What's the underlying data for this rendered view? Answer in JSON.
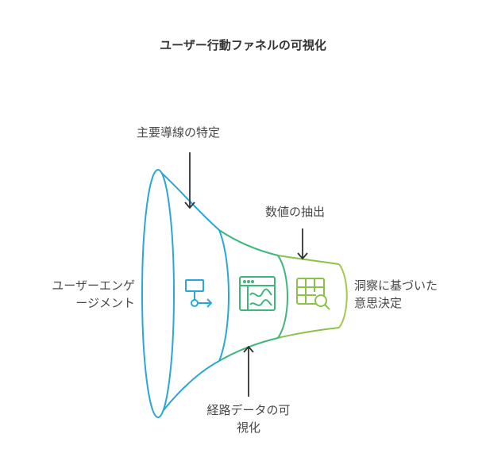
{
  "title": "ユーザー行動ファネルの可視化",
  "labels": {
    "top_arrow": "主要導線の特定",
    "mid_arrow": "数値の抽出",
    "left_line1": "ユーザーエンゲ",
    "left_line2": "ージメント",
    "right_line1": "洞察に基づいた",
    "right_line2": "意思決定",
    "bottom_line1": "経路データの可",
    "bottom_line2": "視化"
  },
  "colors": {
    "stage1": "#2aa7d6",
    "stage2": "#3fb67a",
    "stage3": "#7ec24e",
    "stage4": "#a8c84a",
    "arrow": "#333333",
    "text": "#484848"
  },
  "icons": [
    "flowchart-icon",
    "dashboard-chart-icon",
    "spreadsheet-search-icon"
  ]
}
